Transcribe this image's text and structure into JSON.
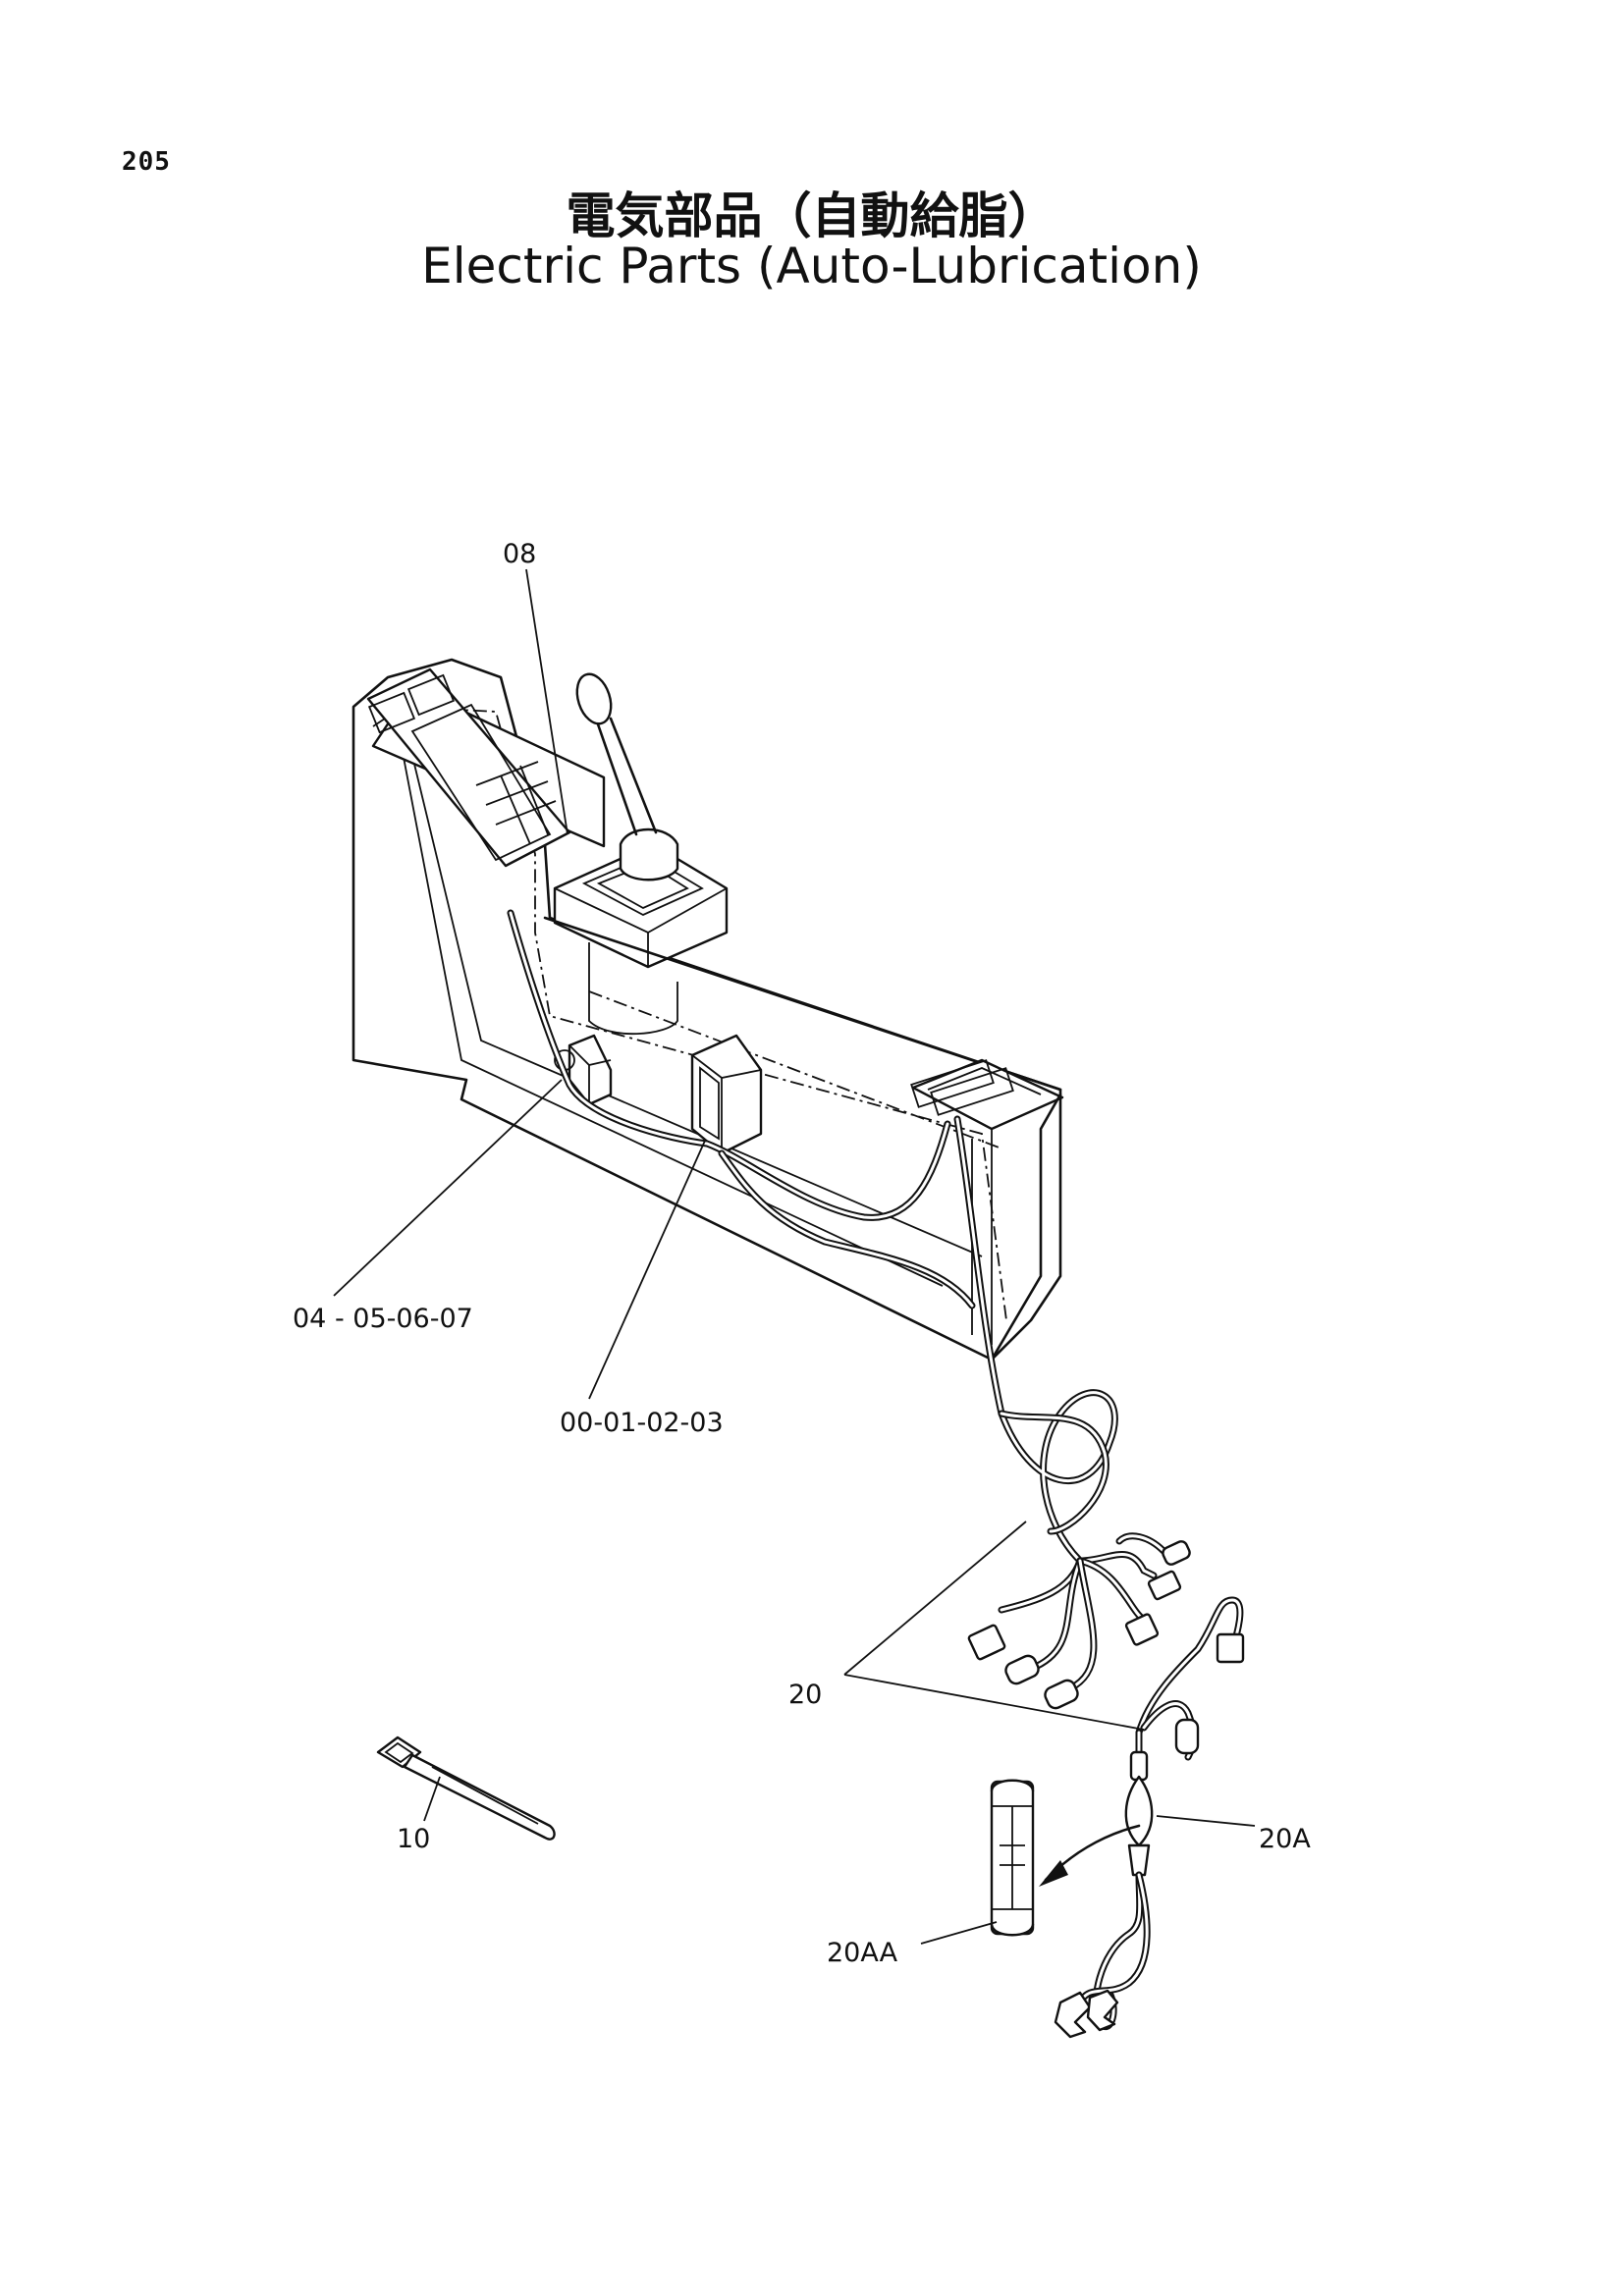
{
  "page": {
    "number": "205"
  },
  "title": {
    "japanese": "電気部品（自動給脂）",
    "english": "Electric Parts (Auto-Lubrication)"
  },
  "callouts": {
    "c08": "08",
    "c04": "04 - 05-06-07",
    "c00": "00-01-02-03",
    "c20": "20",
    "c20a": "20A",
    "c20aa": "20AA",
    "c10": "10"
  }
}
